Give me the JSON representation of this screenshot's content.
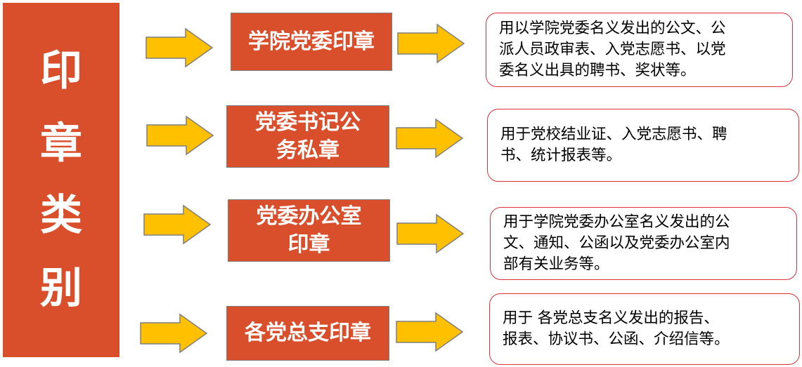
{
  "colors": {
    "accent": "#d94e2b",
    "arrow_fill": "#ffc000",
    "arrow_stroke": "#7f7f7f",
    "desc_border": "#e0303a"
  },
  "root": {
    "chars": [
      "印",
      "章",
      "类",
      "别"
    ]
  },
  "categories": [
    {
      "title_lines": [
        "学院党委印章"
      ],
      "description_lines": [
        "用以学院党委名义发出的公文、公",
        "派人员政审表、入党志愿书、以党",
        "委名义出具的聘书、奖状等。"
      ]
    },
    {
      "title_lines": [
        "党委书记公",
        "务私章"
      ],
      "description_lines": [
        "用于党校结业证、入党志愿书、聘",
        "书、统计报表等。"
      ]
    },
    {
      "title_lines": [
        "党委办公室",
        "印章"
      ],
      "description_lines": [
        "用于学院党委办公室名义发出的公",
        "文、通知、公函以及党委办公室内",
        "部有关业务等。"
      ]
    },
    {
      "title_lines": [
        "各党总支印章"
      ],
      "description_lines": [
        "用于 各党总支名义发出的报告、",
        "报表、协议书、公函、介绍信等。"
      ]
    }
  ]
}
